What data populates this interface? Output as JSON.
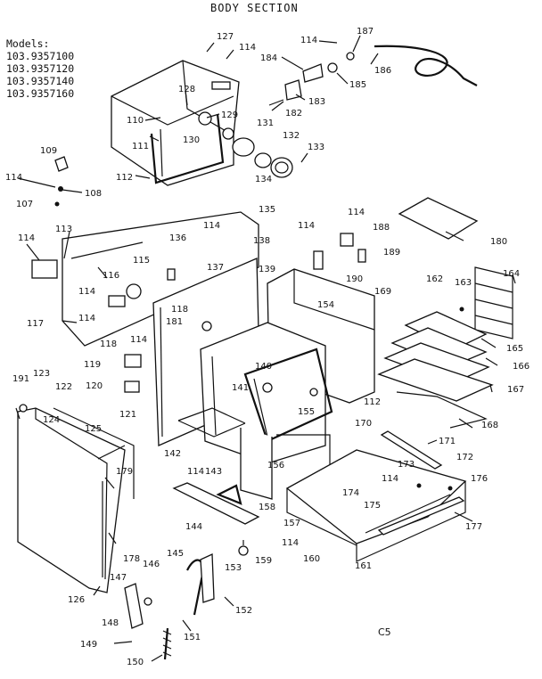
{
  "title": "BODY SECTION",
  "models_heading": "Models:",
  "models": [
    "103.9357100",
    "103.9357120",
    "103.9357140",
    "103.9357160"
  ],
  "diagram_code": "C5",
  "callouts": {
    "n107": "107",
    "n108": "108",
    "n109": "109",
    "n110": "110",
    "n111": "111",
    "n112a": "112",
    "n112b": "112",
    "n113": "113",
    "n114a": "114",
    "n114b": "114",
    "n114c": "114",
    "n114d": "114",
    "n114e": "114",
    "n114f": "114",
    "n114g": "114",
    "n114h": "114",
    "n114i": "114",
    "n114j": "114",
    "n114k": "114",
    "n114l": "114",
    "n114m": "114",
    "n115": "115",
    "n116": "116",
    "n117": "117",
    "n118a": "118",
    "n118b": "118",
    "n119": "119",
    "n120": "120",
    "n121": "121",
    "n122": "122",
    "n123": "123",
    "n124": "124",
    "n125": "125",
    "n126": "126",
    "n127": "127",
    "n128": "128",
    "n129": "129",
    "n130": "130",
    "n131": "131",
    "n132": "132",
    "n133": "133",
    "n134": "134",
    "n135": "135",
    "n136": "136",
    "n137": "137",
    "n138": "138",
    "n139": "139",
    "n140": "140",
    "n141": "141",
    "n142": "142",
    "n143": "143",
    "n144": "144",
    "n145": "145",
    "n146": "146",
    "n147": "147",
    "n148": "148",
    "n149": "149",
    "n150": "150",
    "n151": "151",
    "n152": "152",
    "n153": "153",
    "n154": "154",
    "n155": "155",
    "n156": "156",
    "n157": "157",
    "n158": "158",
    "n159": "159",
    "n160": "160",
    "n161": "161",
    "n162": "162",
    "n163": "163",
    "n164": "164",
    "n165": "165",
    "n166": "166",
    "n167": "167",
    "n168": "168",
    "n169": "169",
    "n170": "170",
    "n171": "171",
    "n172": "172",
    "n173": "173",
    "n174": "174",
    "n175": "175",
    "n176": "176",
    "n177": "177",
    "n178": "178",
    "n179": "179",
    "n180": "180",
    "n181": "181",
    "n182": "182",
    "n183": "183",
    "n184": "184",
    "n185": "185",
    "n186": "186",
    "n187": "187",
    "n188": "188",
    "n189": "189",
    "n190": "190",
    "n191": "191"
  }
}
